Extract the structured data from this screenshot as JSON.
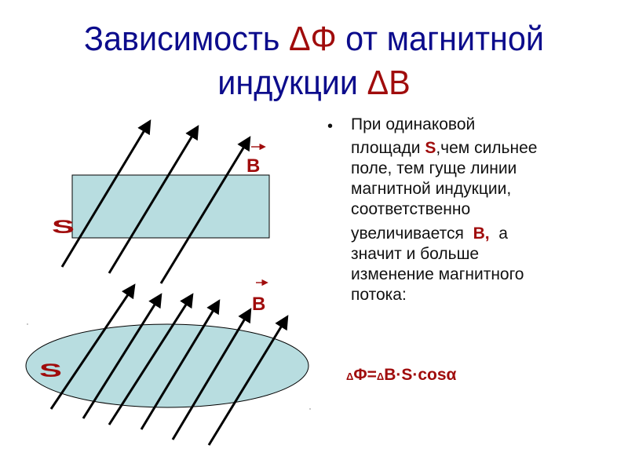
{
  "slide": {
    "title": {
      "part1": "Зависимость ",
      "part2": "ΔΦ",
      "part3": " от магнитной",
      "part4": "индукции ",
      "part5": "ΔB"
    },
    "bullet": {
      "marker": "•",
      "lines": [
        {
          "text": "При одинаковой"
        },
        {
          "pre": "площади ",
          "accent": "S",
          "post": ",чем сильнее"
        },
        {
          "text": "поле, тем гуще линии"
        },
        {
          "text": "магнитной индукции,"
        },
        {
          "text": "соответственно"
        },
        {
          "pre": "увеличивается  ",
          "accent": "B,",
          "post": "  а"
        },
        {
          "text": "значит и больше"
        },
        {
          "text": "изменение магнитного"
        },
        {
          "text": "потока:"
        }
      ]
    },
    "formula": {
      "delta1": "Δ",
      "part1": "Φ=",
      "delta2": "Δ",
      "part2": "B·S·cosα"
    },
    "diagram_top": {
      "area_label": "S",
      "field_label": "B",
      "shape": "rectangle",
      "fill_color": "#b8dde0",
      "line_count": 3
    },
    "diagram_bottom": {
      "area_label": "S",
      "field_label": "B",
      "shape": "ellipse",
      "fill_color": "#b8dde0",
      "line_count": 6
    },
    "colors": {
      "title": "#0c0c8c",
      "accent": "#a00c0c",
      "body_text": "#111111",
      "surface_fill": "#b8dde0",
      "arrows": "#000000"
    }
  }
}
